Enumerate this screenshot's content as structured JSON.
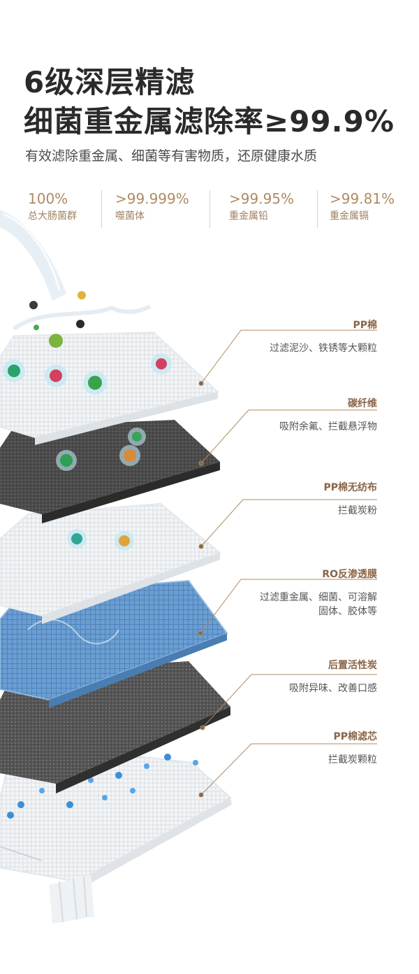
{
  "header": {
    "line1": "6级深层精滤",
    "line2": "细菌重金属滤除率≥99.9%",
    "subtitle": "有效滤除重金属、细菌等有害物质，还原健康水质"
  },
  "stats": [
    {
      "value": "100%",
      "label": "总大肠菌群"
    },
    {
      "value": ">99.999%",
      "label": "噬菌体"
    },
    {
      "value": ">99.95%",
      "label": "重金属铅"
    },
    {
      "value": ">99.81%",
      "label": "重金属镉"
    }
  ],
  "layers": [
    {
      "title": "PP棉",
      "desc": [
        "过滤泥沙、铁锈等大颗粒"
      ]
    },
    {
      "title": "碳纤维",
      "desc": [
        "吸附余氟、拦截悬浮物"
      ]
    },
    {
      "title": "PP棉无纺布",
      "desc": [
        "拦截炭粉"
      ]
    },
    {
      "title": "RO反渗透膜",
      "desc": [
        "过滤重金属、细菌、可溶解",
        "固体、胶体等"
      ]
    },
    {
      "title": "后置活性炭",
      "desc": [
        "吸附异味、改善口感"
      ]
    },
    {
      "title": "PP棉滤芯",
      "desc": [
        "拦截炭颗粒"
      ]
    }
  ],
  "colors": {
    "accent": "#8a6446",
    "stat_text": "#b08a62",
    "white_layer": "#f2f4f6",
    "dark_layer": "#4a4a4a",
    "ro_layer": "#5f93c9"
  }
}
